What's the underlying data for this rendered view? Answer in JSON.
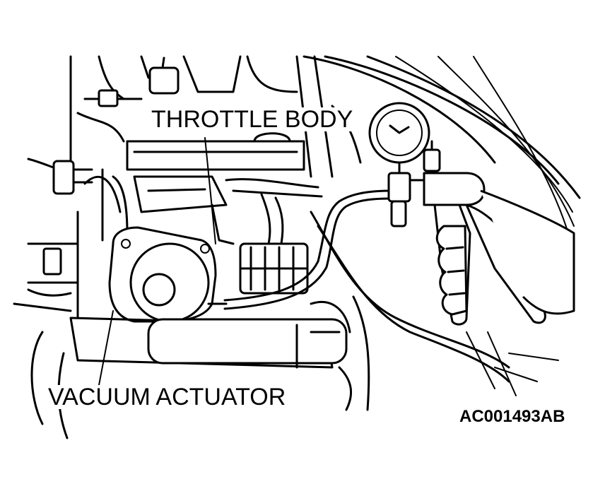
{
  "labels": {
    "throttle_body": "THROTTLE BODY",
    "vacuum_actuator": "VACUUM ACTUATOR",
    "figure_code": "AC001493AB"
  },
  "colors": {
    "line": "#000000",
    "background": "#ffffff"
  }
}
